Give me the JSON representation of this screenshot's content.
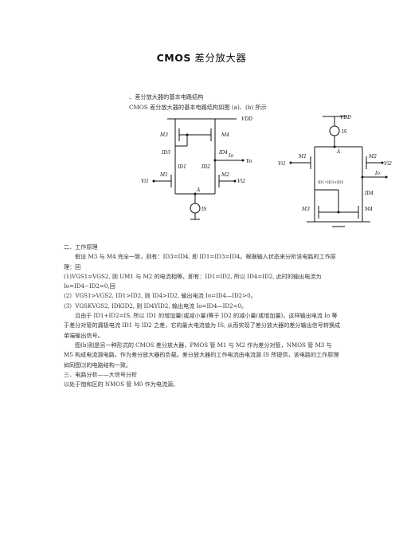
{
  "doc": {
    "title_latin": "CMOS",
    "title_cn": " 差分放大器",
    "section1_heading": "、差分放大器的基本电路结构",
    "section1_caption": "CMOS 差分放大器的基本电路结构如图 (a)、(b) 所示",
    "paragraphs": [
      "二、工作原理",
      "假设 M3 与 M4 完全一致，则有：ID3=ID4, 即 ID1=ID3=ID4。根据输入状态来分析该电路的工作原理：回",
      "(1)VGS1=VGS2, 则 UM1 与 M2 的电流相等，即有：ID1=ID2, 所以 ID4=ID2, 此时的输出电流为 Io=ID4−ID2=0,回",
      "(2）VGS1>VGS2, ID1>ID2, 则 ID4>ID2, 输出电流 Io=ID4—ID2>0。",
      "(3）VGSKVGS2, IDKID2, 则 ID4YID2, 输出电流 Io=ID4—ID2<0。",
      "且由于 ID1+ID2=IS, 所以 ID1 的增加量(或减小量)等于 ID2 的减小量(或增加量)，这样输出电流 Io 等于差分对管的漏极电流 ID1 与 ID2 之差，它的最大电流值为 IS, 从而实现了差分放大器的差分输出信号转换成单端输出信号。",
      "图(b)则是另一种形式的 CMOS 差分放大器，PMOS 管 M1 与 M2 作为差分对管，NMOS 管 M3 与 M5 构成电流源电路，作为差分放大器的负载。差分放大器的工作电流由电流源 IS 所提供，该电路的工作原理如同图⑶的电路结构一致。",
      "三、电路分析——大信号分析",
      "以处于饱和区的 NMOS 管 M0 作为电流源。"
    ]
  },
  "circuit_a": {
    "labels": {
      "vdd": "VDD",
      "m1": "M1",
      "m2": "M2",
      "m3": "M3",
      "m4": "M4",
      "id3": "ID3",
      "id4": "ID4",
      "id1": "ID1",
      "id2": "ID2",
      "io": "Io",
      "vo": "Vo",
      "vi1": "Vi1",
      "vi2": "Vi2",
      "a": "A",
      "is": "IS"
    }
  },
  "circuit_b": {
    "labels": {
      "vdd": "VDD",
      "is": "IS",
      "a": "A",
      "m1": "M1",
      "m2": "M2",
      "m3": "M3",
      "m4": "M4",
      "vi1": "Vi1",
      "vi2": "Vi2",
      "id1": "ID1=ID3+ID3",
      "io": "Io",
      "id4": "ID4"
    }
  }
}
